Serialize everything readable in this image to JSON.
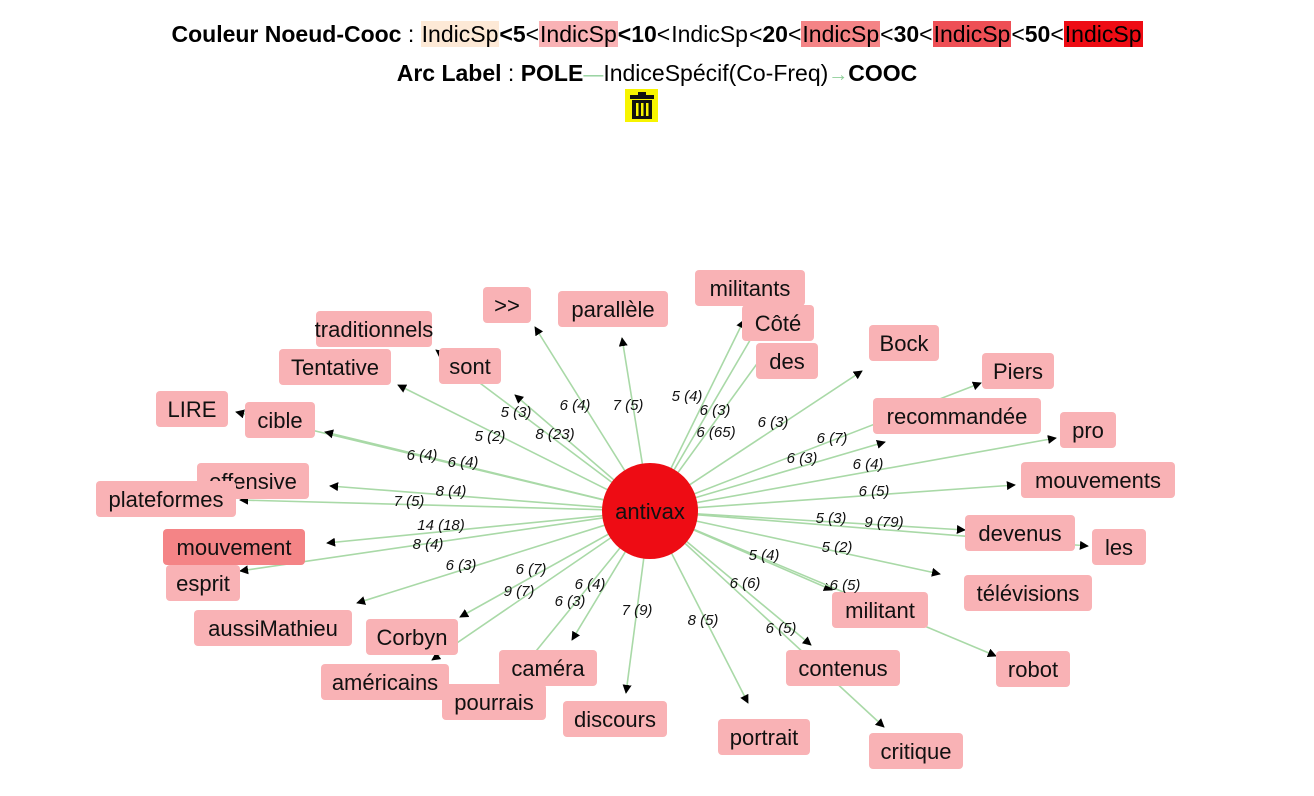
{
  "legend": {
    "color_title": "Couleur Noeud-Cooc",
    "colon": " : ",
    "indic": "IndicSp",
    "lt": "<",
    "thresholds": [
      "5",
      "10",
      "20",
      "30",
      "50"
    ],
    "arc_title": "Arc Label",
    "pole": "POLE",
    "arc_middle": "IndiceSpécif(Co-Freq)",
    "cooc": "COOC",
    "arrow_glyph": "→"
  },
  "colors": {
    "level1": "#fde9d6",
    "level2": "#f9b2b5",
    "level3": "#f48486",
    "level4": "#ee4f55",
    "level5": "#ee0c14",
    "edge": "#a9d9a7",
    "arrow": "#000000",
    "trash_bg": "#f7f400"
  },
  "toolbar": {
    "trash_icon": "trash-icon"
  },
  "graph": {
    "center": {
      "label": "antivax",
      "color": "#ee0c14"
    },
    "nodes": [
      {
        "label": "militants",
        "level": 2
      },
      {
        "label": ">>",
        "level": 2
      },
      {
        "label": "parallèle",
        "level": 2
      },
      {
        "label": "Côté",
        "level": 2
      },
      {
        "label": "des",
        "level": 2
      },
      {
        "label": "traditionnels",
        "level": 2
      },
      {
        "label": "Bock",
        "level": 2
      },
      {
        "label": "Tentative",
        "level": 2
      },
      {
        "label": "sont",
        "level": 2
      },
      {
        "label": "Piers",
        "level": 2
      },
      {
        "label": "LIRE",
        "level": 2
      },
      {
        "label": "cible",
        "level": 2
      },
      {
        "label": "recommandée",
        "level": 2
      },
      {
        "label": "pro",
        "level": 2
      },
      {
        "label": "offensive",
        "level": 2
      },
      {
        "label": "mouvements",
        "level": 2
      },
      {
        "label": "plateformes",
        "level": 2
      },
      {
        "label": "mouvement",
        "level": 3
      },
      {
        "label": "devenus",
        "level": 2
      },
      {
        "label": "les",
        "level": 2
      },
      {
        "label": "esprit",
        "level": 2
      },
      {
        "label": "télévisions",
        "level": 2
      },
      {
        "label": "militant",
        "level": 2
      },
      {
        "label": "aussiMathieu",
        "level": 2
      },
      {
        "label": "Corbyn",
        "level": 2
      },
      {
        "label": "robot",
        "level": 2
      },
      {
        "label": "caméra",
        "level": 2
      },
      {
        "label": "contenus",
        "level": 2
      },
      {
        "label": "américains",
        "level": 2
      },
      {
        "label": "pourrais",
        "level": 2
      },
      {
        "label": "discours",
        "level": 2
      },
      {
        "label": "portrait",
        "level": 2
      },
      {
        "label": "critique",
        "level": 2
      }
    ],
    "edge_labels": [
      "5 (4)",
      "6 (3)",
      "6 (65)",
      "6 (4)",
      "7 (5)",
      "5 (3)",
      "5 (2)",
      "8 (23)",
      "6 (3)",
      "6 (7)",
      "6 (3)",
      "6 (4)",
      "6 (4)",
      "6 (4)",
      "8 (4)",
      "7 (5)",
      "6 (5)",
      "14 (18)",
      "8 (4)",
      "5 (3)",
      "9 (79)",
      "5 (2)",
      "6 (3)",
      "6 (7)",
      "9 (7)",
      "6 (4)",
      "6 (3)",
      "7 (9)",
      "8 (5)",
      "5 (4)",
      "6 (6)",
      "6 (5)",
      "6 (5)"
    ]
  }
}
